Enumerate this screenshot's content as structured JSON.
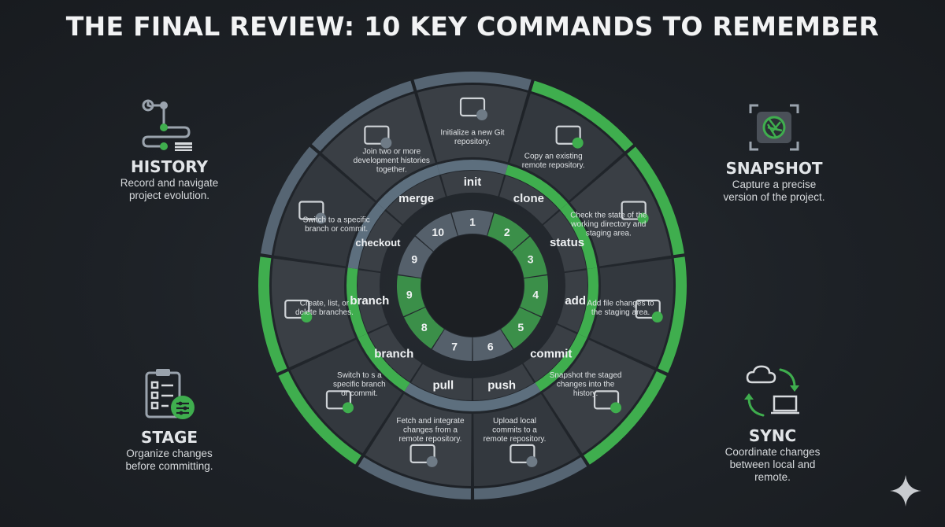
{
  "title": "THE FINAL REVIEW: 10 KEY COMMANDS TO REMEMBER",
  "corners": {
    "history": {
      "title": "HISTORY",
      "desc_lines": [
        "Record and navigate",
        "project evolution."
      ],
      "icon": "history-timeline-icon"
    },
    "snapshot": {
      "title": "SNAPSHOT",
      "desc_lines": [
        "Capture a precise",
        "version of the project."
      ],
      "icon": "camera-shutter-icon"
    },
    "stage": {
      "title": "STAGE",
      "desc_lines": [
        "Organize changes",
        "before committing."
      ],
      "icon": "clipboard-checklist-icon"
    },
    "sync": {
      "title": "SYNC",
      "desc_lines": [
        "Coordinate changes",
        "between local and",
        "remote."
      ],
      "icon": "cloud-sync-icon"
    }
  },
  "commands": [
    {
      "label": "init",
      "number": "1",
      "icon": "folder-plus-icon",
      "desc_lines": [
        "Initialize a new Git",
        "repository."
      ],
      "accent": false
    },
    {
      "label": "clone",
      "number": "2",
      "icon": "cloud-download-laptop-icon",
      "desc_lines": [
        "Copy an existing",
        "remote repository."
      ],
      "accent": true
    },
    {
      "label": "status",
      "number": "3",
      "icon": "files-magnifier-icon",
      "desc_lines": [
        "Check the state of the",
        "working directory and",
        "staging area."
      ],
      "accent": true
    },
    {
      "label": "add",
      "number": "4",
      "icon": "document-check-icon",
      "desc_lines": [
        "Add file changes to",
        "the staging area."
      ],
      "accent": true
    },
    {
      "label": "commit",
      "number": "5",
      "icon": "commit-graph-icon",
      "desc_lines": [
        "Snapshot the staged",
        "changes into the",
        "history."
      ],
      "accent": true
    },
    {
      "label": "push",
      "number": "6",
      "icon": "cloud-upload-laptop-icon",
      "desc_lines": [
        "Upload local",
        "commits to a",
        "remote repository."
      ],
      "accent": false
    },
    {
      "label": "pull",
      "number": "7",
      "icon": "cloud-download-laptop-icon",
      "desc_lines": [
        "Fetch and integrate",
        "changes from a",
        "remote repository."
      ],
      "accent": false
    },
    {
      "label": "branch",
      "number": "8",
      "icon": "cloud-download-icon",
      "desc_lines": [
        "Switch to s a",
        "specific branch",
        "or commit."
      ],
      "accent": true
    },
    {
      "label": "branch",
      "number": "9",
      "icon": "branch-split-icon",
      "desc_lines": [
        "Create, list, or",
        "delete branches."
      ],
      "accent": true
    },
    {
      "label": "checkout",
      "number": "9",
      "icon": "branch-cursor-icon",
      "desc_lines": [
        "Switch to a specific",
        "branch or commit."
      ],
      "accent": false
    },
    {
      "label": "merge",
      "number": "10",
      "icon": "merge-arrows-icon",
      "desc_lines": [
        "Join two or more",
        "development histories",
        "together."
      ],
      "accent": false
    }
  ],
  "colors": {
    "background": "#1d2126",
    "segment": "#3a3f45",
    "segment_dark": "#33383e",
    "rim": "#566573",
    "inner_ring": "#5d6f7e",
    "accent_green": "#3fae4e",
    "center": "#1c1f23",
    "text": "#e8eaec"
  },
  "watermark_icon": "sparkle-icon"
}
